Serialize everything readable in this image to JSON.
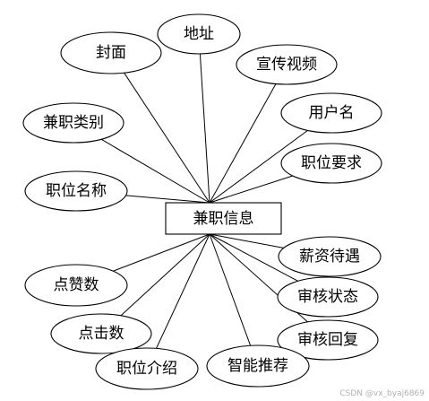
{
  "diagram": {
    "entity": "兼职信息",
    "attributes": [
      "地址",
      "封面",
      "宣传视频",
      "兼职类别",
      "用户名",
      "职位要求",
      "职位名称",
      "薪资待遇",
      "点赞数",
      "审核状态",
      "点击数",
      "审核回复",
      "职位介绍",
      "智能推荐"
    ]
  },
  "watermark": "CSDN @vx_byaj6869"
}
